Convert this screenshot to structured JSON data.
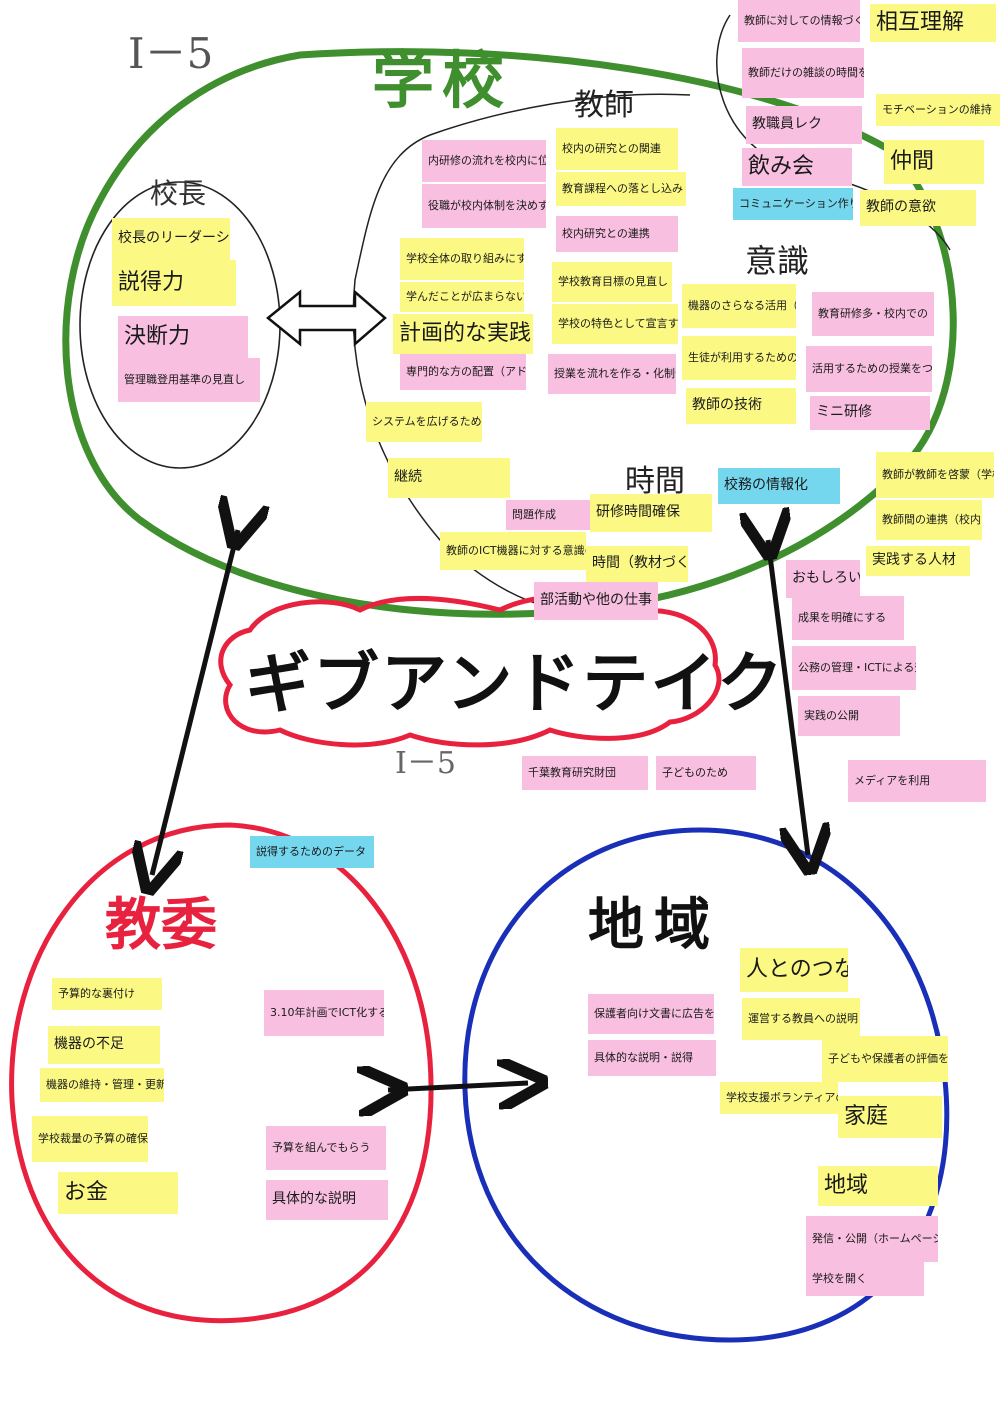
{
  "title": {
    "id_top": "I－5",
    "id_mid": "I－5",
    "give_and_take": "ギブアンドテイク"
  },
  "school": {
    "heading": "学校",
    "principal": {
      "heading": "校長",
      "notes": [
        "校長のリーダーシップ",
        "説得力",
        "決断力",
        "管理職登用基準の見直し"
      ]
    },
    "teachers": {
      "heading": "教師",
      "notes": [
        "教師に対しての情報づくりトレーニングの実施",
        "教師だけの雑談の時間をつくる",
        "教職員レク",
        "飲み会",
        "コミュニケーション作り",
        "相互理解",
        "モチベーションの維持",
        "仲間",
        "教師の意欲"
      ]
    },
    "awareness": {
      "heading": "意識",
      "notes": [
        "機器のさらなる活用（教師・児童）",
        "教育研修多・校内での",
        "生徒が利用するための工夫",
        "活用するための授業をつくる・見せる（授業公開）",
        "教師の技術",
        "ミニ研修"
      ]
    },
    "center": {
      "notes": [
        "内研修の流れを校内に位置づける",
        "役職が校内体制を決めず、プロジェクト化する",
        "学校全体の取り組みにすること",
        "学んだことが広まらない",
        "計画的な実践",
        "専門的な方の配置（アドバイザー的）",
        "システムを広げるための他校への説明",
        "継続",
        "校内の研究との関連",
        "教育課程への落とし込み",
        "校内研究との連携",
        "学校教育目標の見直し（具体的な）",
        "学校の特色として宣言する（公言）",
        "授業を流れを作る・化制化する"
      ]
    },
    "time": {
      "heading": "時間",
      "notes": [
        "問題作成",
        "研修時間確保",
        "教師のICT機器に対する意識の差",
        "時間（教材づくり）",
        "部活動や他の仕事",
        "校務の情報化"
      ]
    },
    "right_outside": {
      "notes": [
        "教師が教師を啓蒙（学校の相互訪問）",
        "教師間の連携（校内・外・近隣）",
        "実践する人材",
        "おもしろい！",
        "成果を明確にする",
        "公務の管理・ICTによる効率化",
        "実践の公開"
      ]
    }
  },
  "middle": {
    "notes": [
      "千葉教育研究財団",
      "子どものため",
      "メディアを利用"
    ]
  },
  "board": {
    "heading": "教委",
    "notes": [
      "説得するためのデータ",
      "予算的な裏付け",
      "機器の不足",
      "機器の維持・管理・更新",
      "学校裁量の予算の確保",
      "お金",
      "3.10年計画でICT化する",
      "予算を組んでもらう",
      "具体的な説明"
    ]
  },
  "community": {
    "heading": "地域",
    "notes": [
      "人とのつながり",
      "保護者向け文書に広告を",
      "運営する教員への説明",
      "具体的な説明・説得",
      "子どもや保護者の評価を次の計画に活かす",
      "学校支援ボランティアの活用",
      "家庭",
      "地域",
      "発信・公開（ホームページ・Web上で公開）",
      "学校を開く"
    ]
  },
  "colors": {
    "school_circle": "#3f8f2e",
    "board_circle": "#e8223e",
    "community_circle": "#1a2fb8",
    "give_take_outline": "#e8223e",
    "yellow_note": "#fbf983",
    "pink_note": "#f8bfe0",
    "cyan_note": "#74d7ee"
  }
}
